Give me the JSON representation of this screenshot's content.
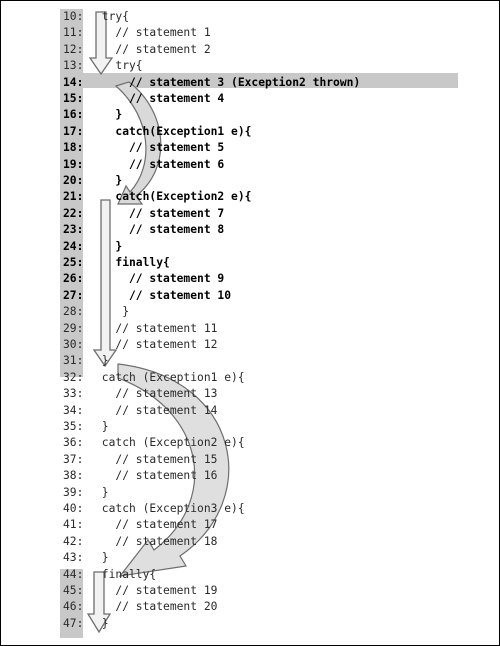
{
  "lines": [
    {
      "num": "10:",
      "text": " try{",
      "bold": false
    },
    {
      "num": "11:",
      "text": "   // statement 1",
      "bold": false
    },
    {
      "num": "12:",
      "text": "   // statement 2",
      "bold": false
    },
    {
      "num": "13:",
      "text": "   try{",
      "bold": false
    },
    {
      "num": "14:",
      "text": "     // statement 3 (Exception2 thrown)",
      "bold": true
    },
    {
      "num": "15:",
      "text": "     // statement 4",
      "bold": true
    },
    {
      "num": "16:",
      "text": "   }",
      "bold": true
    },
    {
      "num": "17:",
      "text": "   catch(Exception1 e){",
      "bold": true
    },
    {
      "num": "18:",
      "text": "     // statement 5",
      "bold": true
    },
    {
      "num": "19:",
      "text": "     // statement 6",
      "bold": true
    },
    {
      "num": "20:",
      "text": "   }",
      "bold": true
    },
    {
      "num": "21:",
      "text": "   catch(Exception2 e){",
      "bold": true
    },
    {
      "num": "22:",
      "text": "     // statement 7",
      "bold": true
    },
    {
      "num": "23:",
      "text": "     // statement 8",
      "bold": true
    },
    {
      "num": "24:",
      "text": "   }",
      "bold": true
    },
    {
      "num": "25:",
      "text": "   finally{",
      "bold": true
    },
    {
      "num": "26:",
      "text": "     // statement 9",
      "bold": true
    },
    {
      "num": "27:",
      "text": "     // statement 10",
      "bold": true
    },
    {
      "num": "28:",
      "text": "    }",
      "bold": false
    },
    {
      "num": "29:",
      "text": "   // statement 11",
      "bold": false
    },
    {
      "num": "30:",
      "text": "   // statement 12",
      "bold": false
    },
    {
      "num": "31:",
      "text": " }",
      "bold": false
    },
    {
      "num": "32:",
      "text": " catch (Exception1 e){",
      "bold": false
    },
    {
      "num": "33:",
      "text": "   // statement 13",
      "bold": false
    },
    {
      "num": "34:",
      "text": "   // statement 14",
      "bold": false
    },
    {
      "num": "35:",
      "text": " }",
      "bold": false
    },
    {
      "num": "36:",
      "text": " catch (Exception2 e){",
      "bold": false
    },
    {
      "num": "37:",
      "text": "   // statement 15",
      "bold": false
    },
    {
      "num": "38:",
      "text": "   // statement 16",
      "bold": false
    },
    {
      "num": "39:",
      "text": " }",
      "bold": false
    },
    {
      "num": "40:",
      "text": " catch (Exception3 e){",
      "bold": false
    },
    {
      "num": "41:",
      "text": "   // statement 17",
      "bold": false
    },
    {
      "num": "42:",
      "text": "   // statement 18",
      "bold": false
    },
    {
      "num": "43:",
      "text": " }",
      "bold": false
    },
    {
      "num": "44:",
      "text": " finally{",
      "bold": false
    },
    {
      "num": "45:",
      "text": "   // statement 19",
      "bold": false
    },
    {
      "num": "46:",
      "text": "   // statement 20",
      "bold": false
    },
    {
      "num": "47:",
      "text": " }",
      "bold": false
    }
  ],
  "highlighted_line": "14:",
  "colors": {
    "gutter": "#c8c8c8",
    "arrow_fill": "#d9d9d9",
    "arrow_stroke": "#6e6e6e",
    "text": "#2a2a2a"
  }
}
